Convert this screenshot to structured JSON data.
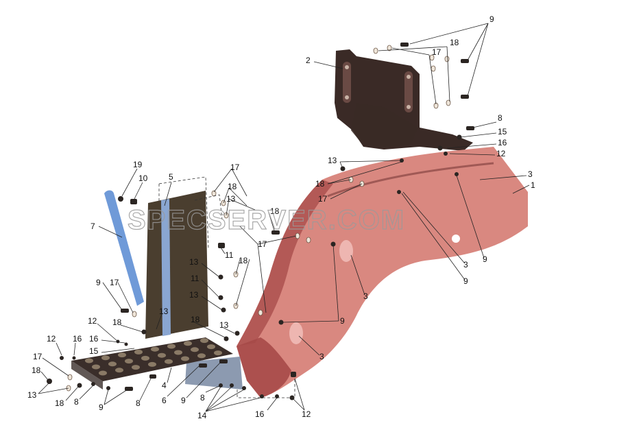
{
  "watermark": "SPECSERVER.COM",
  "colors": {
    "fender": "#d98880",
    "fender_shadow": "#a64a48",
    "bracket": "#3a2a26",
    "plate": "#4a3e2f",
    "step": "#3a2e2a",
    "strip": "#8aa6d1",
    "stay": "#6f9ad8",
    "guard": "#8c9ab0"
  },
  "callouts": {
    "c9_top": "9",
    "c18_top": "18",
    "c17_top": "17",
    "c2": "2",
    "c8_right": "8",
    "c15_right": "15",
    "c16_right": "16",
    "c12_right": "12",
    "c13_mid": "13",
    "c3_right": "3",
    "c1": "1",
    "c18_mid": "18",
    "c17_mid": "17",
    "c19": "19",
    "c10": "10",
    "c5": "5",
    "c17_center": "17",
    "c18_center": "18",
    "c13_center": "13",
    "c7": "7",
    "c18_plate": "18",
    "c11_a": "11",
    "c17_plate": "17",
    "c13_a": "13",
    "c11_b": "11",
    "c13_b": "13",
    "c18_plate2": "18",
    "c9_left": "9",
    "c17_left": "17",
    "c3_mid": "3",
    "c9_mid": "9",
    "c3_low": "3",
    "c9_low": "9",
    "c3_bottom": "3",
    "c12_left": "12",
    "c18_step": "18",
    "c13_step": "13",
    "c18_step2": "18",
    "c13_step2": "13",
    "c12_far": "12",
    "c16_far": "16",
    "c16_step": "16",
    "c15_step": "15",
    "c17_far": "17",
    "c18_far": "18",
    "c13_far": "13",
    "c18_bot": "18",
    "c8_bot": "8",
    "c9_bot": "9",
    "c8_bot2": "8",
    "c4": "4",
    "c6": "6",
    "c9_bot2": "9",
    "c8_bot3": "8",
    "c14": "14",
    "c16_bot": "16",
    "c12_bot": "12"
  }
}
